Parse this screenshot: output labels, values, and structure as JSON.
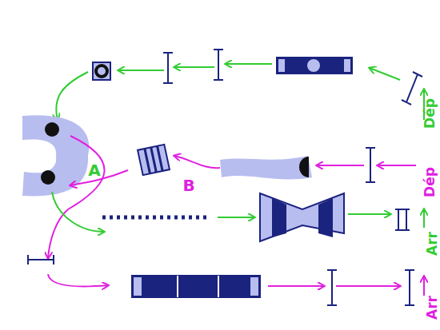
{
  "diagram": {
    "labels": [
      "Dép",
      "Dép",
      "Arr",
      "Arr",
      "A",
      "B"
    ]
  }
}
